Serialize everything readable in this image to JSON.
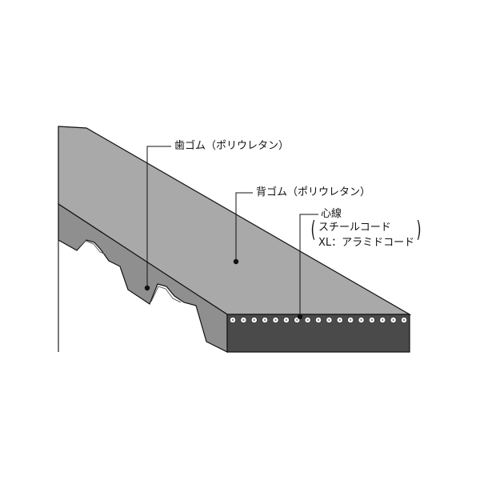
{
  "labels": {
    "tooth_rubber": "歯ゴム（ポリウレタン）",
    "back_rubber": "背ゴム（ポリウレタン）",
    "cord_title": "心線",
    "cord_steel": "スチールコード",
    "cord_aramid": "XL：アラミドコード"
  },
  "colors": {
    "top_surface": "#a9a9a9",
    "tooth_side": "#8f8f8f",
    "cross_section": "#4a4a4a",
    "outline": "#111111",
    "cord": "#ffffff",
    "leader": "#111111"
  },
  "cord_count": 17
}
